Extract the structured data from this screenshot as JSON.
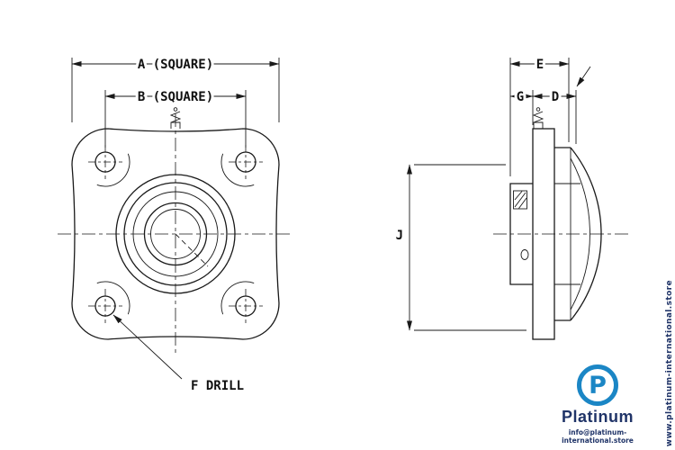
{
  "drawing": {
    "dim_a_label": "A (SQUARE)",
    "dim_b_label": "B (SQUARE)",
    "dim_e_label": "E",
    "dim_g_label": "G",
    "dim_d_label": "D",
    "dim_j_label": "J",
    "f_drill_label": "F DRILL"
  },
  "branding": {
    "logo_letter": "P",
    "brand_name": "Platinum",
    "email": "info@platinum-international.store",
    "website": "www.platinum-international.store"
  },
  "colors": {
    "line": "#1a1a1a",
    "brand_blue": "#1b86c5",
    "brand_navy": "#203468"
  }
}
